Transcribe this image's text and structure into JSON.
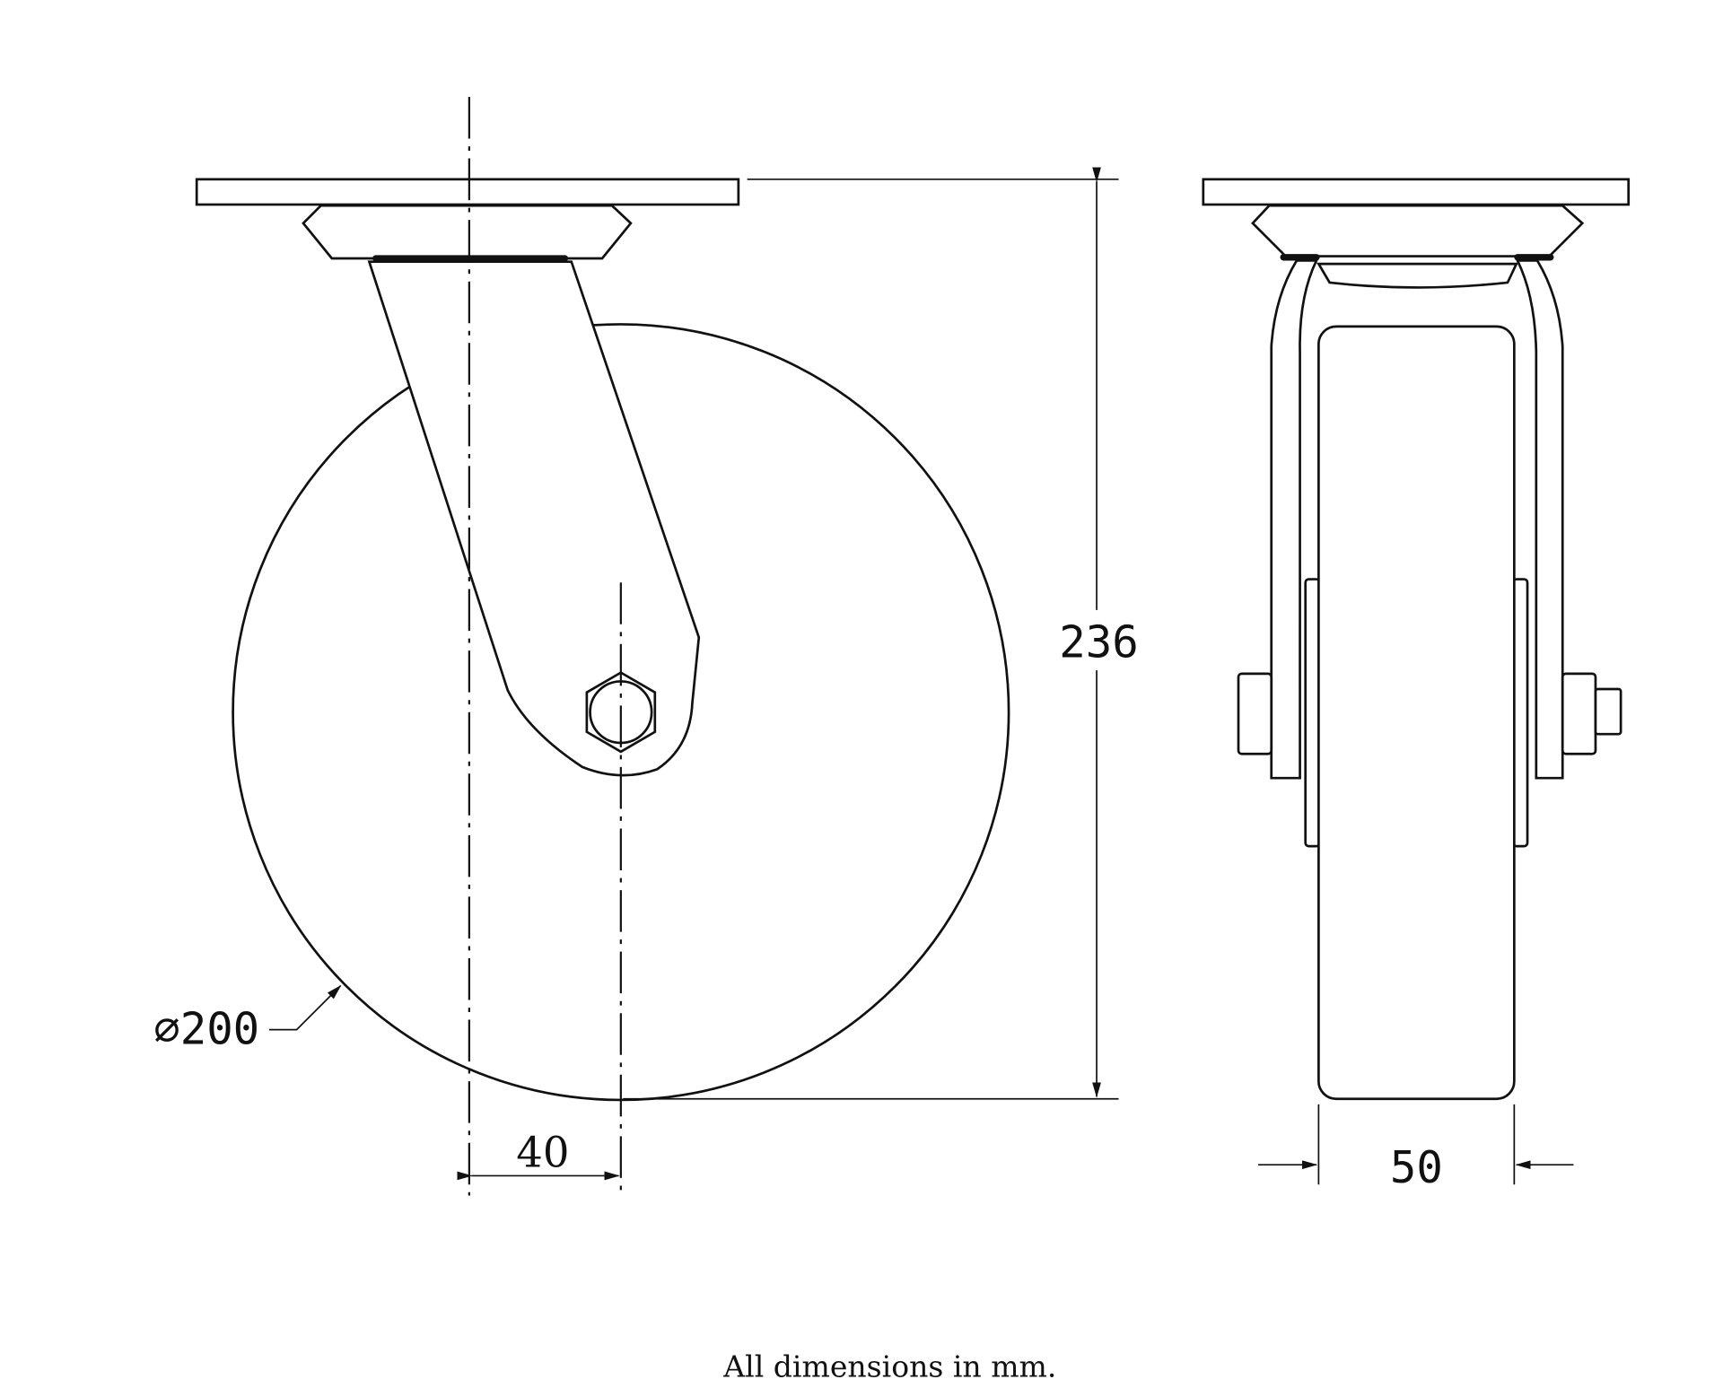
{
  "title": "Swivel castor technical drawing",
  "dimensions": {
    "height": "236",
    "wheel_diameter": "⌀200",
    "offset": "40",
    "wheel_width": "50"
  },
  "caption": "All dimensions in mm."
}
